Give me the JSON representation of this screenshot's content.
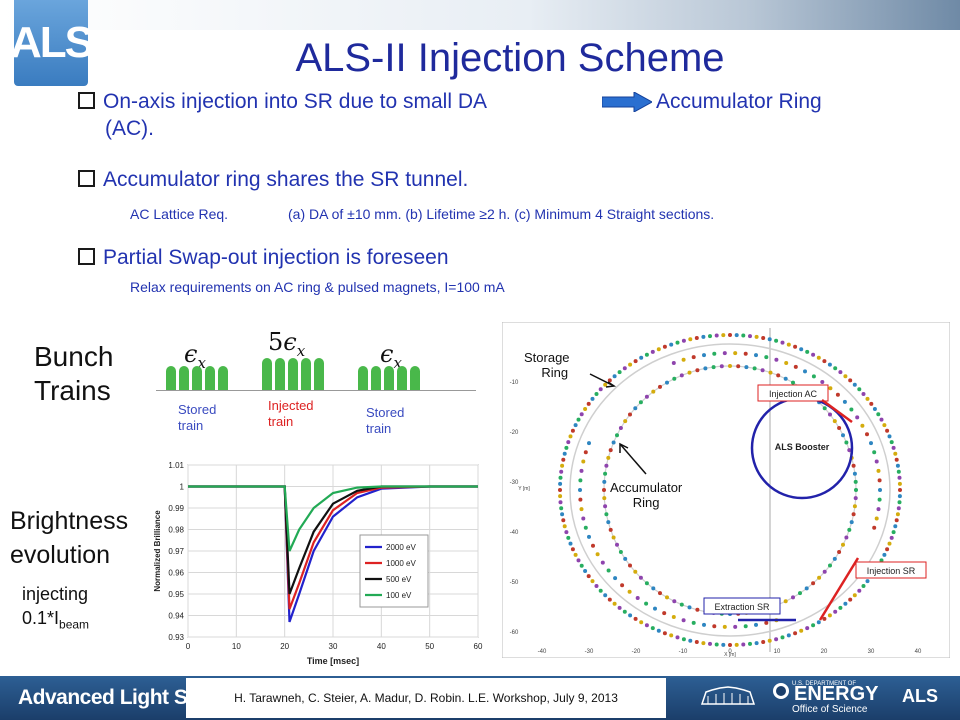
{
  "header": {
    "logo": "ALS",
    "title": "ALS-II Injection Scheme"
  },
  "bullets": {
    "b1_line1": "On-axis injection into SR due to small DA",
    "b1_right": "Accumulator Ring",
    "b1_line2": "(AC).",
    "b2": "Accumulator ring shares the SR tunnel.",
    "b2_sub_label": "AC Lattice Req.",
    "b2_sub_text": "(a) DA of ±10 mm. (b) Lifetime ≥2 h. (c) Minimum 4 Straight sections.",
    "b3": "Partial Swap-out injection is foreseen",
    "b3_sub": "Relax requirements on AC ring & pulsed magnets, I=100 mA"
  },
  "bunch": {
    "label_line1": "Bunch",
    "label_line2": "Trains",
    "eps_left": "ϵ",
    "eps_mid_coef": "5",
    "eps_mid": "ϵ",
    "eps_right": "ϵ",
    "eps_sub": "x",
    "stored_left": [
      "Stored",
      "train"
    ],
    "injected": [
      "Injected",
      "train"
    ],
    "stored_right": [
      "Stored",
      "train"
    ]
  },
  "brightness": {
    "label_line1": "Brightness",
    "label_line2": "evolution",
    "inj_line1": "injecting",
    "inj_line2": "0.1*I",
    "inj_sub": "beam"
  },
  "ring": {
    "storage_line1": "Storage",
    "storage_line2": "Ring",
    "accum_line1": "Accumulator",
    "accum_line2": "Ring",
    "booster": "ALS Booster",
    "inj_ac": "Injection AC",
    "inj_sr": "Injection SR",
    "extr_sr": "Extraction SR",
    "x_ticks": [
      "-40",
      "-30",
      "-20",
      "-10",
      "0",
      "10",
      "20",
      "30",
      "40"
    ],
    "y_ticks": [
      "-10",
      "-20",
      "-30",
      "-40",
      "-50",
      "-60"
    ],
    "x_label": "X [m]",
    "y_label": "Y [m]"
  },
  "chart_data": {
    "type": "line",
    "title": "",
    "xlabel": "Time [msec]",
    "ylabel": "Normalized Brilliance",
    "xlim": [
      0,
      60
    ],
    "ylim": [
      0.93,
      1.01
    ],
    "x_ticks": [
      "0",
      "10",
      "20",
      "30",
      "40",
      "50",
      "60"
    ],
    "y_ticks": [
      "1.01",
      "1",
      "0.99",
      "0.98",
      "0.97",
      "0.96",
      "0.95",
      "0.94",
      "0.93"
    ],
    "legend_position": "right-middle",
    "series": [
      {
        "name": "2000 eV",
        "color": "#2222cc",
        "points": [
          [
            0,
            1
          ],
          [
            20,
            1
          ],
          [
            21,
            0.937
          ],
          [
            23,
            0.95
          ],
          [
            26,
            0.97
          ],
          [
            30,
            0.986
          ],
          [
            35,
            0.995
          ],
          [
            40,
            0.999
          ],
          [
            50,
            1
          ],
          [
            60,
            1
          ]
        ]
      },
      {
        "name": "1000 eV",
        "color": "#dd2222",
        "points": [
          [
            0,
            1
          ],
          [
            20,
            1
          ],
          [
            21,
            0.943
          ],
          [
            23,
            0.955
          ],
          [
            26,
            0.974
          ],
          [
            30,
            0.989
          ],
          [
            35,
            0.997
          ],
          [
            40,
            0.9995
          ],
          [
            50,
            1
          ],
          [
            60,
            1
          ]
        ]
      },
      {
        "name": "500 eV",
        "color": "#111111",
        "points": [
          [
            0,
            1
          ],
          [
            20,
            1
          ],
          [
            21,
            0.95
          ],
          [
            23,
            0.962
          ],
          [
            26,
            0.979
          ],
          [
            30,
            0.992
          ],
          [
            35,
            0.998
          ],
          [
            40,
            1
          ],
          [
            50,
            1
          ],
          [
            60,
            1
          ]
        ]
      },
      {
        "name": "100 eV",
        "color": "#22aa55",
        "points": [
          [
            0,
            1
          ],
          [
            20,
            1
          ],
          [
            21,
            0.97
          ],
          [
            23,
            0.98
          ],
          [
            26,
            0.99
          ],
          [
            30,
            0.997
          ],
          [
            35,
            0.9995
          ],
          [
            40,
            1
          ],
          [
            50,
            1
          ],
          [
            60,
            1
          ]
        ]
      }
    ]
  },
  "footer": {
    "brand": "Advanced Light Source",
    "citation": "H. Tarawneh,  C. Steier, A. Madur, D. Robin. L.E. Workshop, July 9, 2013",
    "doe": "U.S. DEPARTMENT OF",
    "energy": "ENERGY",
    "office": "Office of Science",
    "als": "ALS"
  }
}
